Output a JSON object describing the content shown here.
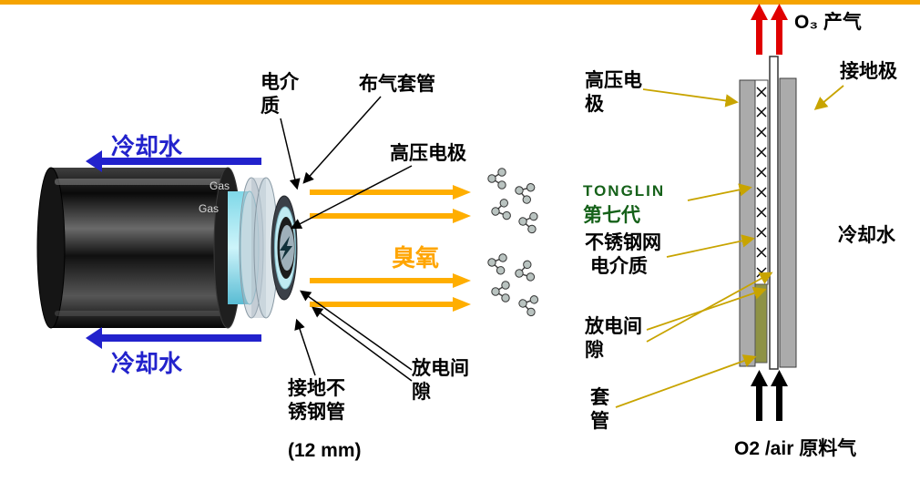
{
  "slide": {
    "left": {
      "cooling_water_top": "冷却水",
      "cooling_water_bottom": "冷却水",
      "dielectric": "电介\n质",
      "gas_sleeve": "布气套管",
      "hv_electrode": "高压电极",
      "gas_top": "Gas",
      "gas_bottom": "Gas",
      "ozone": "臭氧",
      "discharge_gap": "放电间\n隙",
      "ground_tube": "接地不\n锈钢管",
      "tube_diameter": "(12 mm)"
    },
    "right": {
      "o3_output": "O₃ 产气",
      "ground_electrode": "接地极",
      "hv_electrode": "高压电\n极",
      "brand": "TONGLIN",
      "generation": "第七代",
      "mesh_dielectric": "不锈钢网\n 电介质",
      "discharge_gap": "放电间\n隙",
      "cooling_water": "冷却水",
      "sleeve": "套\n管",
      "feed_gas": "O2 /air 原料气"
    },
    "colors": {
      "top_rule": "#F5A300",
      "cooling_blue": "#2222CC",
      "ozone_orange": "#FFA500",
      "brand_green": "#156119",
      "leader_yellow": "#C8A400",
      "electrode_gray": "#ABABAB",
      "sleeve_olive": "#8E9245",
      "o3_arrow_red": "#E00000"
    }
  }
}
